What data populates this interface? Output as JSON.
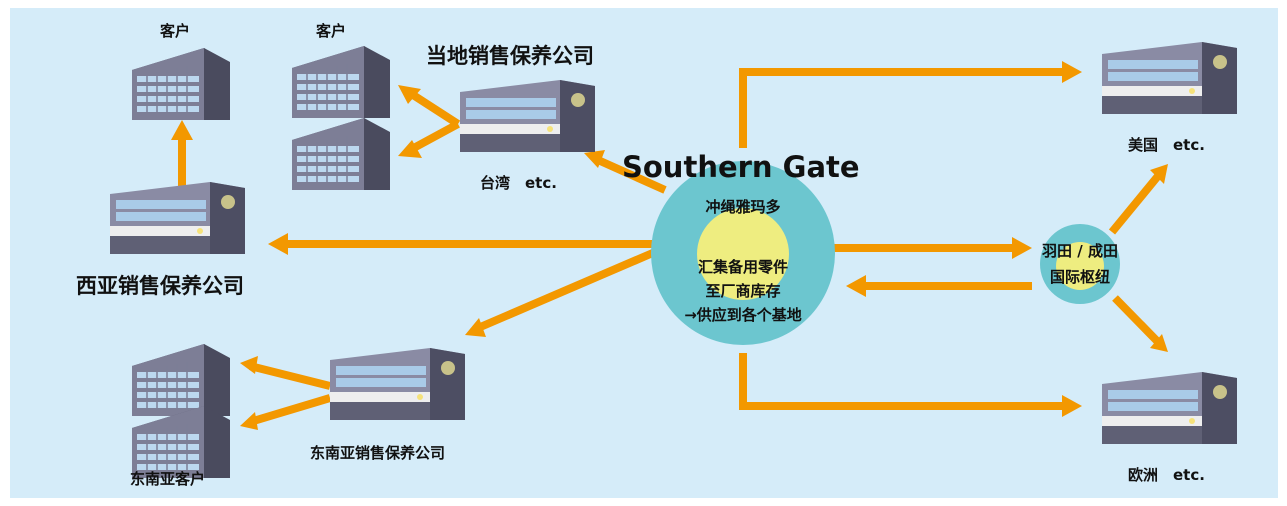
{
  "labels": {
    "customer_1": "客户",
    "customer_2": "客户",
    "local_company": "当地销售保养公司",
    "taiwan": "台湾　etc.",
    "west_asia": "西亚销售保养公司",
    "southeast_asia_company": "东南亚销售保养公司",
    "southeast_asia_customer": "东南亚客户",
    "usa": "美国　etc.",
    "europe": "欧洲　etc."
  },
  "hub": {
    "title": "Southern Gate",
    "location": "冲绳雅玛多",
    "desc_line1": "汇集备用零件",
    "desc_line2": "至厂商库存",
    "desc_line3": "→供应到各个基地"
  },
  "secondary_hub": {
    "line1": "羽田 / 成田",
    "line2": "国际枢纽"
  },
  "colors": {
    "background": "#d5ecf9",
    "arrow": "#f39800",
    "hub_outer": "#6cc6cf",
    "hub_inner": "#eeed80"
  }
}
